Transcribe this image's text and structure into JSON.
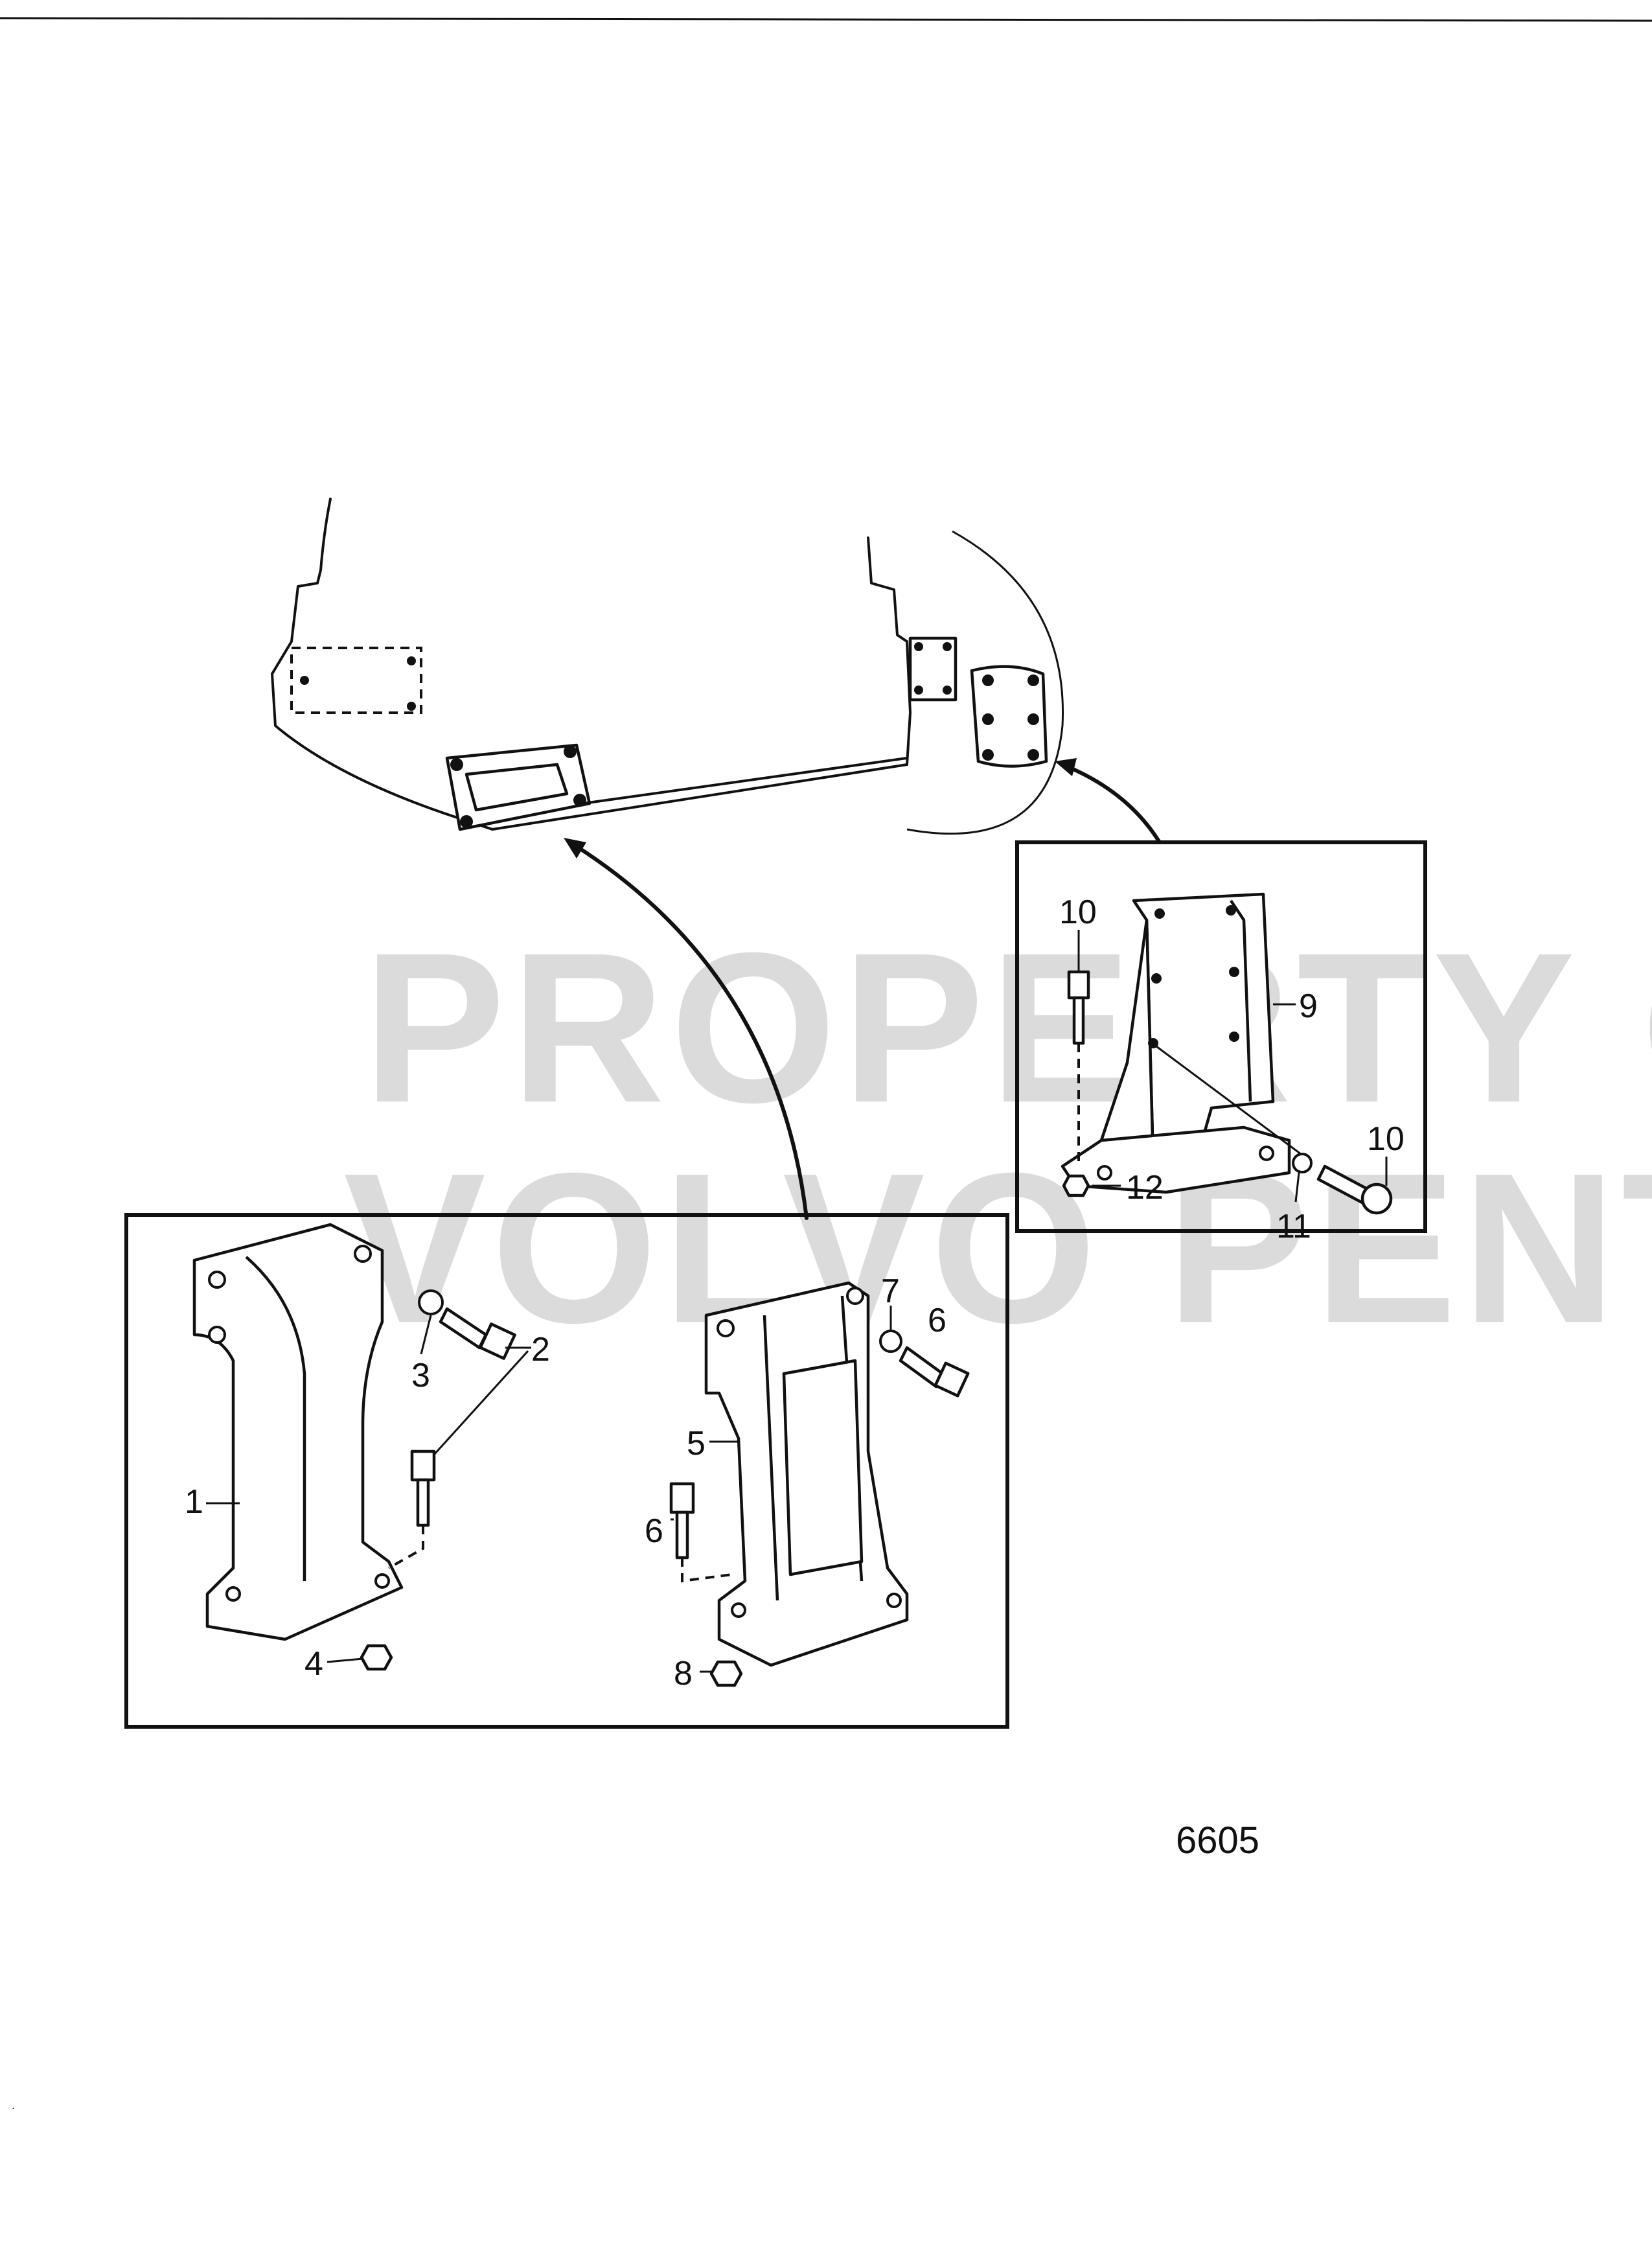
{
  "watermark": {
    "line1": "PROPERTY OF",
    "line2": "VOLVO PENTA"
  },
  "figure_number": "6605",
  "callouts": [
    {
      "id": "c1",
      "text": "1"
    },
    {
      "id": "c2",
      "text": "2"
    },
    {
      "id": "c3",
      "text": "3"
    },
    {
      "id": "c4",
      "text": "4"
    },
    {
      "id": "c5",
      "text": "5"
    },
    {
      "id": "c6a",
      "text": "6"
    },
    {
      "id": "c6b",
      "text": "6"
    },
    {
      "id": "c7",
      "text": "7"
    },
    {
      "id": "c8",
      "text": "8"
    },
    {
      "id": "c9",
      "text": "9"
    },
    {
      "id": "c10a",
      "text": "10"
    },
    {
      "id": "c10b",
      "text": "10"
    },
    {
      "id": "c11",
      "text": "11"
    },
    {
      "id": "c12",
      "text": "12"
    }
  ],
  "colors": {
    "ink": "#111111",
    "watermark": "#bfbfbf",
    "background": "#ffffff"
  }
}
